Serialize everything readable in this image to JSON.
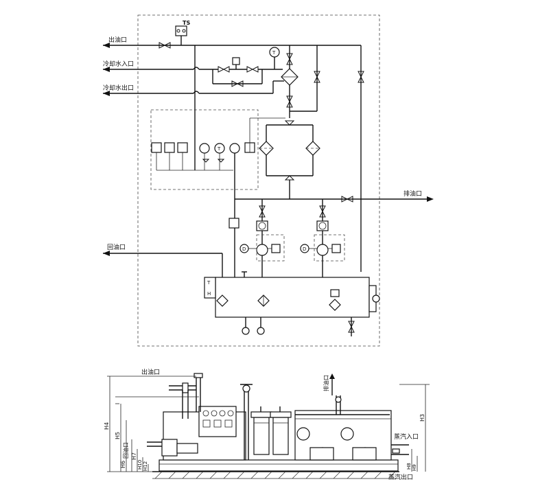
{
  "schematic": {
    "labels": {
      "oil_out": "出油口",
      "cooling_water_in": "冷却水入口",
      "cooling_water_out": "冷却水出口",
      "drain_outlet": "排油口",
      "oil_return": "回油口",
      "temp_switch_tag": "TS"
    },
    "gauge_letters": {
      "thermometer": "T",
      "pump_mark": "D",
      "tank_tag_top": "T",
      "tank_tag_bottom": "H"
    }
  },
  "elevation": {
    "labels": {
      "oil_out": "出油口",
      "oil_return": "回油口",
      "drain_outlet": "排油口",
      "steam_in": "蒸汽入口",
      "steam_out": "蒸汽出口"
    },
    "dimensions": [
      "H4",
      "H5",
      "H6",
      "H7",
      "H10",
      "H12",
      "H3",
      "H8",
      "H9"
    ]
  }
}
